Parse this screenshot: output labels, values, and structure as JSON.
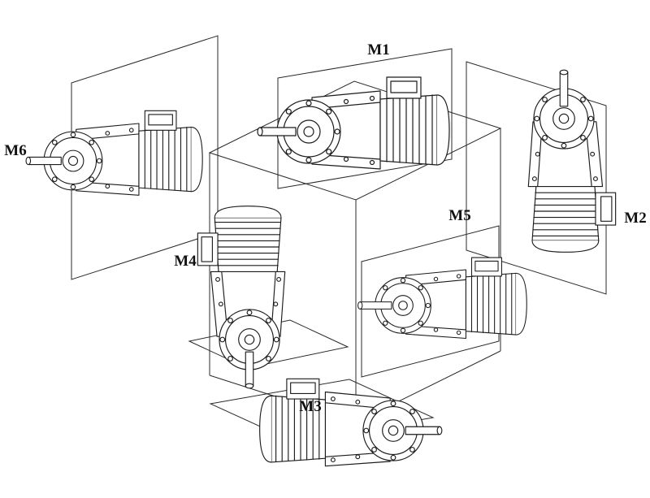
{
  "figure": {
    "background": "#ffffff",
    "stroke_color": "#1b1b1b",
    "description_icon": "gearmotor-mounting-positions-cube",
    "positions": [
      {
        "id": "m1",
        "label": "M1"
      },
      {
        "id": "m2",
        "label": "M2"
      },
      {
        "id": "m3",
        "label": "M3"
      },
      {
        "id": "m4",
        "label": "M4"
      },
      {
        "id": "m5",
        "label": "M5"
      },
      {
        "id": "m6",
        "label": "M6"
      }
    ]
  }
}
